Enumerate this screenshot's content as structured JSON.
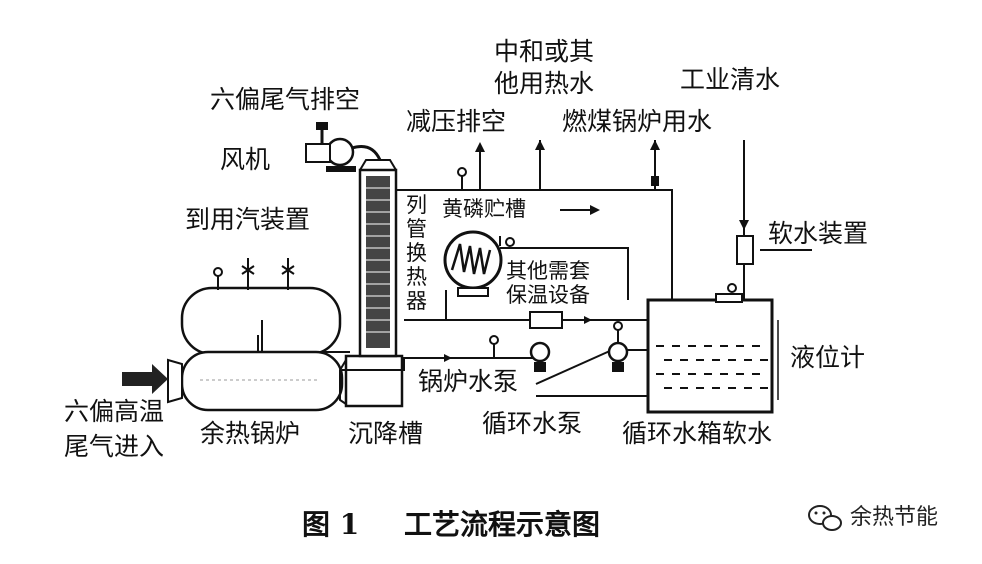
{
  "labels": {
    "exhaust_vent": "六偏尾气排空",
    "fan": "风机",
    "to_steam_device": "到用汽装置",
    "neutralize_line1": "中和或其",
    "neutralize_line2": "他用热水",
    "decompress_vent": "减压排空",
    "industrial_water": "工业清水",
    "coal_boiler_water": "燃煤锅炉用水",
    "tube_hx": [
      "列",
      "管",
      "换",
      "热",
      "器"
    ],
    "yellow_p_tank": "黄磷贮槽",
    "soft_water_device": "软水装置",
    "other_line1": "其他需套",
    "other_line2": "保温设备",
    "level_gauge": "液位计",
    "inlet_line1": "六偏高温",
    "inlet_line2": "尾气进入",
    "waste_boiler": "余热锅炉",
    "settling_tank": "沉降槽",
    "boiler_pump": "锅炉水泵",
    "circ_pump": "循环水泵",
    "circ_tank": "循环水箱软水"
  },
  "caption": {
    "figure_no": "图 1",
    "title": "工艺流程示意图"
  },
  "watermark": {
    "text": "余热节能",
    "icon": "wechat-icon"
  }
}
